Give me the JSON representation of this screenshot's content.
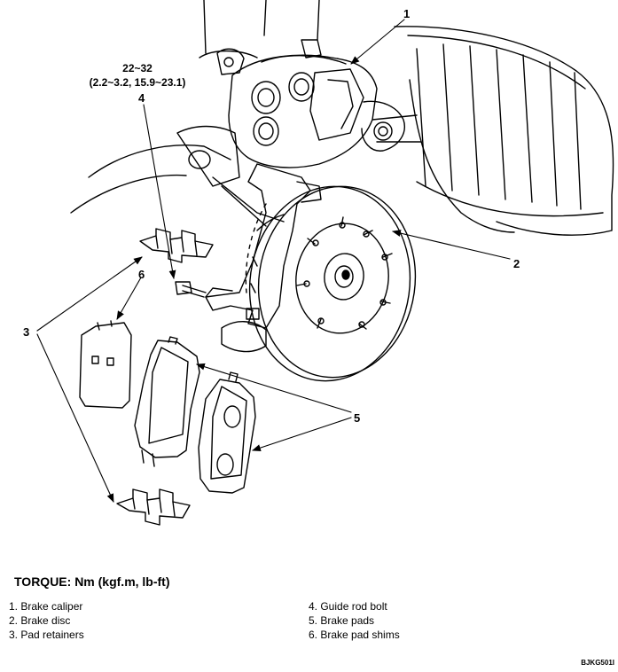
{
  "torque": {
    "value": "22~32",
    "conversion": "(2.2~3.2, 15.9~23.1)"
  },
  "callouts": {
    "c1": "1",
    "c2": "2",
    "c3": "3",
    "c4": "4",
    "c5": "5",
    "c6": "6"
  },
  "torque_title": "TORQUE: Nm (kgf.m, lb-ft)",
  "legend": {
    "left": [
      "1. Brake caliper",
      "2. Brake disc",
      "3. Pad retainers"
    ],
    "right": [
      "4. Guide rod bolt",
      "5. Brake pads",
      "6. Brake pad shims"
    ]
  },
  "figure_code": "BJKG501I"
}
